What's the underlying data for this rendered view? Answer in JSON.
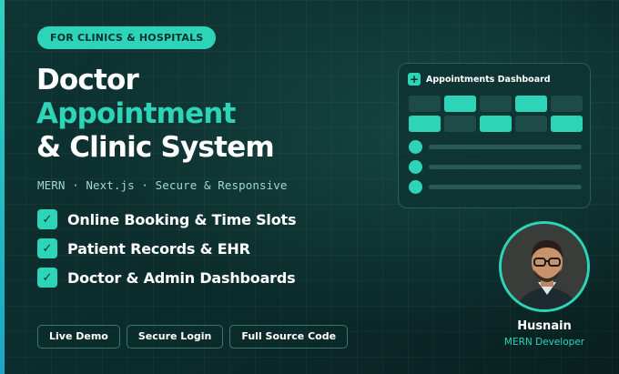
{
  "tag": "FOR CLINICS & HOSPITALS",
  "title": {
    "line1": "Doctor",
    "line2": "Appointment",
    "line3": "& Clinic System"
  },
  "stack": "MERN · Next.js · Secure & Responsive",
  "features": [
    "Online Booking & Time Slots",
    "Patient Records & EHR",
    "Doctor & Admin Dashboards"
  ],
  "check_glyph": "✓",
  "buttons": [
    "Live Demo",
    "Secure Login",
    "Full Source Code"
  ],
  "dashboard": {
    "plus_glyph": "+",
    "title": "Appointments Dashboard",
    "grid": [
      [
        false,
        true,
        false,
        true,
        false
      ],
      [
        true,
        false,
        true,
        false,
        true
      ]
    ],
    "list_rows": 3
  },
  "developer": {
    "name": "Husnain",
    "role": "MERN Developer"
  },
  "colors": {
    "accent": "#2dd4b8",
    "background": "#0b2b2a",
    "text": "#ffffff"
  },
  "icons": [
    "check-icon",
    "plus-icon",
    "avatar-photo"
  ]
}
